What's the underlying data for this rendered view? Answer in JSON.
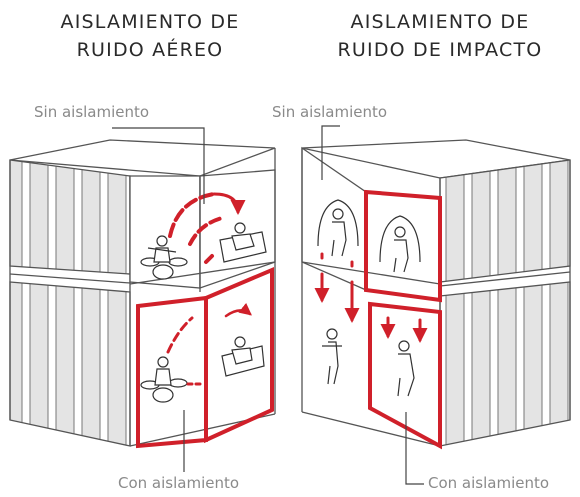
{
  "panels": [
    {
      "heading_line1": "AISLAMIENTO DE",
      "heading_line2": "RUIDO AÉREO",
      "label_top": "Sin aislamiento",
      "label_bottom": "Con aislamiento"
    },
    {
      "heading_line1": "AISLAMIENTO DE",
      "heading_line2": "RUIDO DE IMPACTO",
      "label_top": "Sin aislamiento",
      "label_bottom": "Con aislamiento"
    }
  ],
  "colors": {
    "accent": "#d0202a",
    "line": "#555555",
    "panel_fill": "#e6e6e6",
    "text": "#2a2a2a",
    "label": "#8a8a8a"
  }
}
